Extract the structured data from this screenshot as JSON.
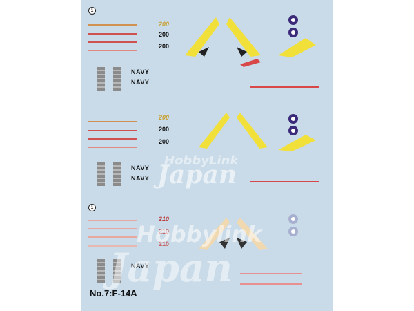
{
  "sheet": {
    "caption": "No.7:F-14A",
    "navy_labels": [
      "NAVY",
      "NAVY",
      "NAVY",
      "NAVY",
      "NAVY"
    ],
    "modex_numbers": [
      "200",
      "200",
      "200",
      "200",
      "200",
      "200",
      "210",
      "210",
      "210"
    ],
    "watermark": {
      "line1": "HobbyLink",
      "line2": "Japan"
    },
    "colors": {
      "background": "#c9dbe8",
      "yellow": "#f2e03a",
      "red": "#d84848",
      "navy_blue": "#3b2a7a",
      "gray": "#8b8b8b"
    }
  }
}
